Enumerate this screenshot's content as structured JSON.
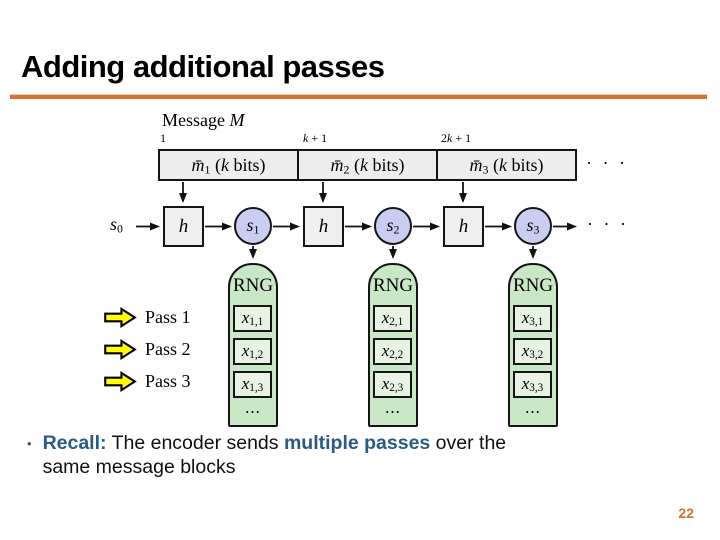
{
  "title": "Adding additional passes",
  "page_number": "22",
  "bullet": {
    "marker": "•",
    "segments": [
      {
        "t": "Recall:",
        "s": "b blue"
      },
      {
        "t": " The encoder sends ",
        "s": ""
      },
      {
        "t": "multiple passes",
        "s": "b blue"
      },
      {
        "t": " over the",
        "s": ""
      },
      {
        "t": "",
        "s": "br"
      },
      {
        "t": "same message blocks",
        "s": ""
      }
    ]
  },
  "diagram": {
    "message_label": [
      {
        "t": "Message ",
        "s": ""
      },
      {
        "t": "M",
        "s": "i"
      }
    ],
    "index_labels": [
      [
        {
          "t": "1",
          "s": ""
        }
      ],
      [
        {
          "t": "k",
          "s": "i"
        },
        {
          "t": " + 1",
          "s": ""
        }
      ],
      [
        {
          "t": "2",
          "s": ""
        },
        {
          "t": "k",
          "s": "i"
        },
        {
          "t": " + 1",
          "s": ""
        }
      ]
    ],
    "message_blocks": [
      [
        {
          "t": "m̄",
          "s": "i"
        },
        {
          "t": "1",
          "s": "sub"
        },
        {
          "t": " (",
          "s": ""
        },
        {
          "t": "k",
          "s": "i"
        },
        {
          "t": " bits)",
          "s": ""
        }
      ],
      [
        {
          "t": "m̄",
          "s": "i"
        },
        {
          "t": "2",
          "s": "sub"
        },
        {
          "t": " (",
          "s": ""
        },
        {
          "t": "k",
          "s": "i"
        },
        {
          "t": " bits)",
          "s": ""
        }
      ],
      [
        {
          "t": "m̄",
          "s": "i"
        },
        {
          "t": "3",
          "s": "sub"
        },
        {
          "t": " (",
          "s": ""
        },
        {
          "t": "k",
          "s": "i"
        },
        {
          "t": " bits)",
          "s": ""
        }
      ]
    ],
    "blocks_ellipsis": "· · ·",
    "chain_ellipsis": "· · ·",
    "initial_state": [
      {
        "t": "s",
        "s": "i"
      },
      {
        "t": "0",
        "s": "sub"
      }
    ],
    "hash_label": [
      {
        "t": "h",
        "s": "i"
      }
    ],
    "states": [
      [
        {
          "t": "s",
          "s": "i"
        },
        {
          "t": "1",
          "s": "sub"
        }
      ],
      [
        {
          "t": "s",
          "s": "i"
        },
        {
          "t": "2",
          "s": "sub"
        }
      ],
      [
        {
          "t": "s",
          "s": "i"
        },
        {
          "t": "3",
          "s": "sub"
        }
      ]
    ],
    "rng_label": "RNG",
    "rng_columns": [
      {
        "cells": [
          [
            {
              "t": "x",
              "s": "i"
            },
            {
              "t": "1,1",
              "s": "sub"
            }
          ],
          [
            {
              "t": "x",
              "s": "i"
            },
            {
              "t": "1,2",
              "s": "sub"
            }
          ],
          [
            {
              "t": "x",
              "s": "i"
            },
            {
              "t": "1,3",
              "s": "sub"
            }
          ]
        ],
        "ellipsis": "..."
      },
      {
        "cells": [
          [
            {
              "t": "x",
              "s": "i"
            },
            {
              "t": "2,1",
              "s": "sub"
            }
          ],
          [
            {
              "t": "x",
              "s": "i"
            },
            {
              "t": "2,2",
              "s": "sub"
            }
          ],
          [
            {
              "t": "x",
              "s": "i"
            },
            {
              "t": "2,3",
              "s": "sub"
            }
          ]
        ],
        "ellipsis": "..."
      },
      {
        "cells": [
          [
            {
              "t": "x",
              "s": "i"
            },
            {
              "t": "3,1",
              "s": "sub"
            }
          ],
          [
            {
              "t": "x",
              "s": "i"
            },
            {
              "t": "3,2",
              "s": "sub"
            }
          ],
          [
            {
              "t": "x",
              "s": "i"
            },
            {
              "t": "3,3",
              "s": "sub"
            }
          ]
        ],
        "ellipsis": "..."
      }
    ],
    "pass_labels": [
      "Pass 1",
      "Pass 2",
      "Pass 3"
    ]
  },
  "colors": {
    "accent_orange": "#D8722E",
    "emphasis_blue": "#2B5A87",
    "block_gray": "#EDEDED",
    "state_lavender": "#C9CDF2",
    "rng_green": "#C9E8C5",
    "cell_green": "#E7F3E3",
    "pass_yellow": "#FFFF00",
    "page_number_orange": "#D4702C"
  }
}
